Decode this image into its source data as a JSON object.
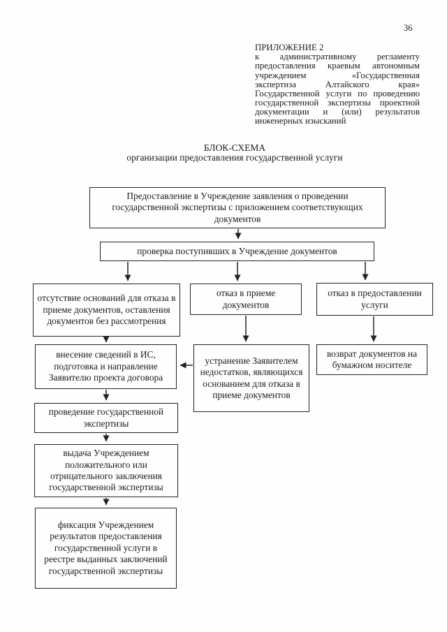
{
  "page": {
    "number": "36"
  },
  "colors": {
    "ink": "#1b1b1b",
    "paper": "#fefefe"
  },
  "header": {
    "appendix_title": "ПРИЛОЖЕНИЕ 2",
    "appendix_body": "к административному регламенту предоставления краевым автономным учреждением «Государственная экспертиза Алтайского края» Государственной услуги по проведению государственной экспертизы проектной документации и (или) результатов инженерных изысканий"
  },
  "diagram": {
    "title": "БЛОК-СХЕМА",
    "subtitle": "организации предоставления государственной услуги",
    "boxes": {
      "submission": "Предоставление в Учреждение заявления о проведении государственной экспертизы с приложением соответствующих документов",
      "check": "проверка поступивших в Учреждение документов",
      "no_grounds": "отсутствие оснований для отказа в приеме документов, оставления документов без рассмотрения",
      "refuse_accept": "отказ в приеме документов",
      "refuse_service": "отказ в предоставлении услуги",
      "enter_info": "внесение сведений в ИС, подготовка и направление Заявителю проекта договора",
      "fix_defects": "устранение Заявителем недостатков, являющихся основанием для отказа в приеме документов",
      "return_docs": "возврат документов на бумажном носителе",
      "conduct": "проведение государственной экспертизы",
      "issue": "выдача Учреждением положительного или отрицательного заключения государственной экспертизы",
      "record": "фиксация Учреждением результатов предоставления государственной услуги в реестре выданных заключений государственной экспертизы"
    }
  }
}
